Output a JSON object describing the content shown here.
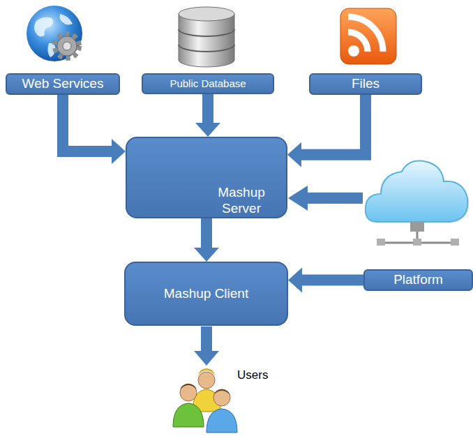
{
  "diagram": {
    "nodes": [
      {
        "text": [
          "Web Services"
        ]
      },
      {
        "text": [
          "Public Database"
        ]
      },
      {
        "text": [
          "Files"
        ]
      },
      {
        "text": [
          "Mashup Server"
        ]
      },
      {
        "text": [
          "Mashup Client"
        ]
      },
      {
        "text": [
          "Platform"
        ]
      }
    ],
    "edges": [
      {
        "from": 0,
        "to": 3,
        "arrow": "to"
      },
      {
        "from": 1,
        "to": 3,
        "arrow": "to"
      },
      {
        "from": 2,
        "to": 3,
        "arrow": "to"
      },
      {
        "from": 3,
        "to": 4,
        "arrow": "to"
      },
      {
        "from": 5,
        "to": 4,
        "arrow": "to"
      }
    ],
    "labels": [
      "Users"
    ]
  }
}
